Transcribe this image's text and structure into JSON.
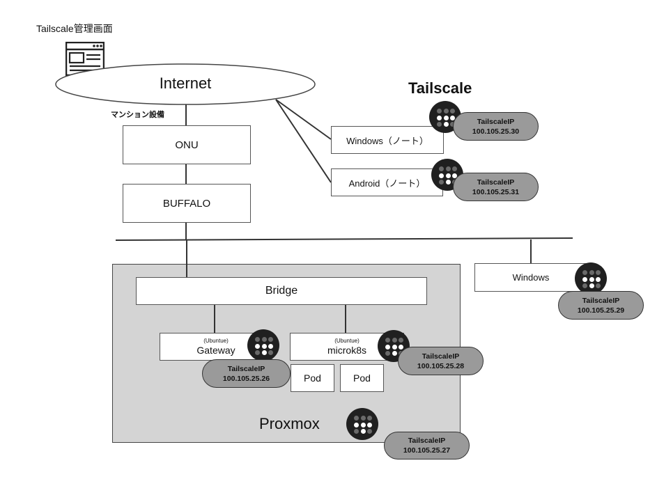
{
  "admin": {
    "label": "Tailscale管理画面",
    "icon": "browser-window-icon"
  },
  "internet": {
    "label": "Internet"
  },
  "mansion_label": "マンション設備",
  "onu": {
    "label": "ONU"
  },
  "buffalo": {
    "label": "BUFFALO"
  },
  "tailscale_title": "Tailscale",
  "devices": {
    "windows_note": {
      "label": "Windows（ノート）",
      "ts_label": "TailscaleIP",
      "ip": "100.105.25.30"
    },
    "android_note": {
      "label": "Android（ノート）",
      "ts_label": "TailscaleIP",
      "ip": "100.105.25.31"
    },
    "windows": {
      "label": "Windows",
      "ts_label": "TailscaleIP",
      "ip": "100.105.25.29"
    }
  },
  "proxmox": {
    "label": "Proxmox",
    "ts_label": "TailscaleIP",
    "ip": "100.105.25.27",
    "bridge": {
      "label": "Bridge"
    },
    "gateway": {
      "os": "(Ubuntue)",
      "label": "Gateway",
      "ts_label": "TailscaleIP",
      "ip": "100.105.25.26"
    },
    "microk8s": {
      "os": "(Ubuntue)",
      "label": "microk8s",
      "ts_label": "TailscaleIP",
      "ip": "100.105.25.28"
    },
    "pods": [
      "Pod",
      "Pod"
    ]
  },
  "colors": {
    "proxmox_bg": "#d4d4d4",
    "pill_bg": "#9a9a9a",
    "logo_bg": "#202020"
  }
}
